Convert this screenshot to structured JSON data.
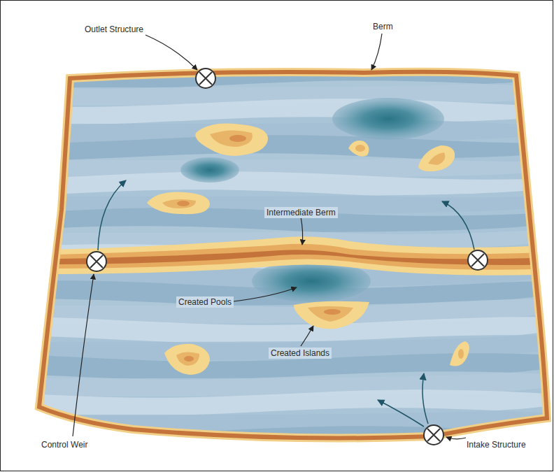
{
  "diagram": {
    "labels": [
      "Outlet Structure",
      "Berm",
      "Intermediate Berm",
      "Created Pools",
      "Created Islands",
      "Control Weir",
      "Intake Structure"
    ]
  }
}
